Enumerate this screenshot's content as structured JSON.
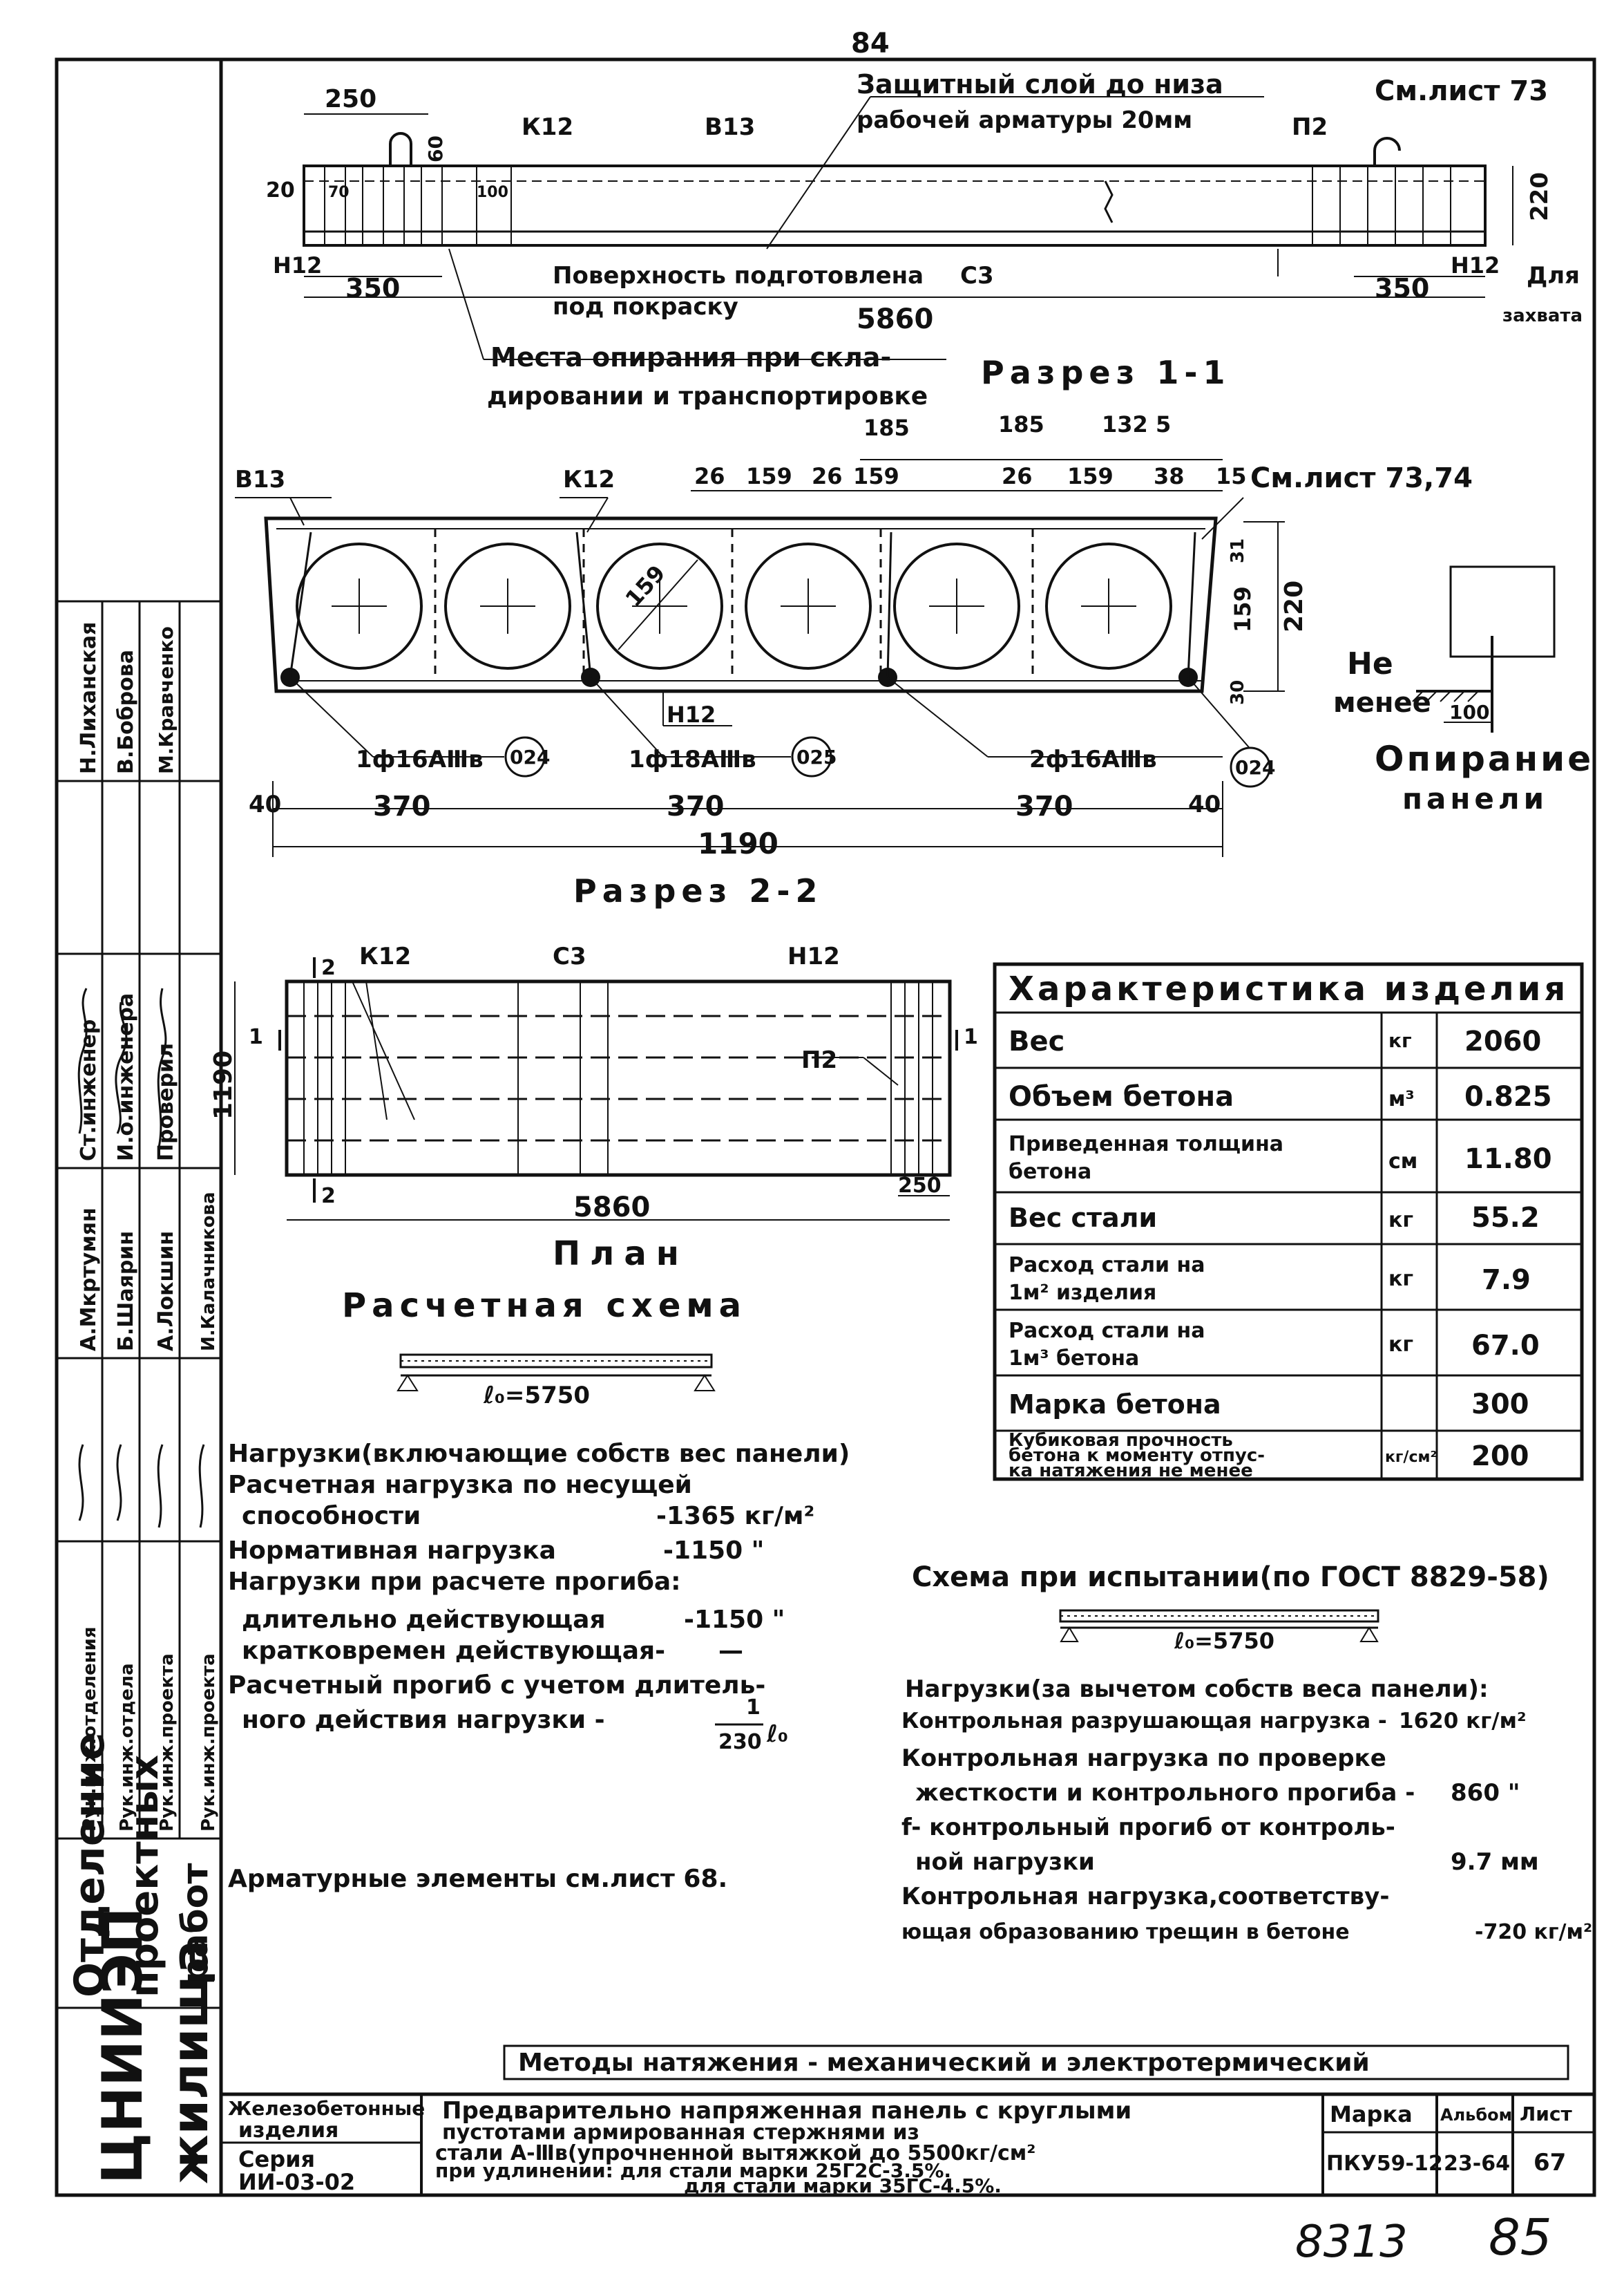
{
  "sheet": {
    "top_number": "84",
    "bottom_left": "8313",
    "bottom_right": "85"
  },
  "section11": {
    "title": "Разрез 1-1",
    "note_cover": "Защитный слой до низа",
    "note_cover2": "рабочей арматуры 20мм",
    "see_sheet": "См.лист 73",
    "d250": "250",
    "d60": "60",
    "k12": "К12",
    "b13": "В13",
    "p2": "П2",
    "d20": "20",
    "d70": "70",
    "d100": "100",
    "d220": "220",
    "n12a": "Н12",
    "n12b": "Н12",
    "d350a": "350",
    "d350b": "350",
    "c3": "С3",
    "surface1": "Поверхность подготовлена",
    "surface2": "под покраску",
    "len": "5860",
    "grip1": "Для",
    "grip2": "захвата",
    "support1": "Места опирания при скла-",
    "support2": "дировании и транспортировке"
  },
  "section22": {
    "title": "Разрез 2-2",
    "b13": "В13",
    "k12": "К12",
    "see_sheet": "См.лист 73,74",
    "top_dims": [
      "26",
      "159",
      "26",
      "159",
      "26",
      "159",
      "38",
      "15"
    ],
    "d185a": "185",
    "d185b": "185",
    "d1325": "132 5",
    "diam": "159",
    "d31": "31",
    "d159": "159",
    "d220": "220",
    "d30": "30",
    "n12": "Н12",
    "rebar1": "1ф16АⅢв",
    "rebar2": "1ф18АⅢв",
    "rebar3": "2ф16АⅢв",
    "tag1": "024",
    "tag2": "025",
    "tag3": "024",
    "d40a": "40",
    "d370a": "370",
    "d370b": "370",
    "d370c": "370",
    "d40b": "40",
    "total": "1190"
  },
  "support": {
    "label1": "Не",
    "label2": "менее",
    "d100": "100",
    "title1": "Опирание",
    "title2": "панели"
  },
  "plan": {
    "title": "План",
    "k12": "К12",
    "c3": "С3",
    "n12": "Н12",
    "p2": "П2",
    "w": "1190",
    "len": "5860",
    "d250": "250",
    "m1": "1",
    "m2": "2"
  },
  "calc": {
    "title": "Расчетная схема",
    "span": "ℓ₀=5750",
    "loads_title": "Нагрузки(включающие собств вес панели)",
    "l1a": "Расчетная нагрузка по несущей",
    "l1b": "способности",
    "v1": "-1365 кг/м²",
    "l2": "Нормативная нагрузка",
    "v2": "-1150 \"",
    "l3": "Нагрузки при расчете прогиба:",
    "l4": "длительно действующая",
    "v4": "-1150 \"",
    "l5": "кратковремен действующая-",
    "v5": "—",
    "l6a": "Расчетный прогиб с учетом длитель-",
    "l6b": "ного действия нагрузки -",
    "frac_n": "1",
    "frac_d": "230",
    "frac_l": "ℓ₀",
    "armature": "Арматурные элементы см.лист 68."
  },
  "characteristics": {
    "title": "Характеристика изделия",
    "rows": [
      {
        "name": "Вес",
        "unit": "кг",
        "value": "2060"
      },
      {
        "name": "Объем бетона",
        "unit": "м³",
        "value": "0.825"
      },
      {
        "name": "Приведенная толщина бетона",
        "unit": "см",
        "value": "11.80"
      },
      {
        "name": "Вес стали",
        "unit": "кг",
        "value": "55.2"
      },
      {
        "name": "Расход стали на 1м² изделия",
        "unit": "кг",
        "value": "7.9"
      },
      {
        "name": "Расход стали на 1м³ бетона",
        "unit": "кг",
        "value": "67.0"
      },
      {
        "name": "Марка бетона",
        "unit": "",
        "value": "300"
      },
      {
        "name": "Кубиковая прочность бетона к моменту отпуска натяжения не менее",
        "unit": "кг/см²",
        "value": "200"
      }
    ]
  },
  "test": {
    "title": "Схема при испытании(по ГОСТ 8829-58)",
    "span": "ℓ₀=5750",
    "h": "Нагрузки(за вычетом собств веса панели):",
    "t1": "Контрольная разрушающая нагрузка -",
    "v1": "1620 кг/м²",
    "t2a": "Контрольная нагрузка по проверке",
    "t2b": "жесткости и контрольного прогиба -",
    "v2": "860 \"",
    "t3a": "f- контрольный прогиб от контроль-",
    "t3b": "ной нагрузки",
    "v3": "9.7 мм",
    "t4a": "Контрольная нагрузка,соответству-",
    "t4b": "ющая образованию трещин в бетоне",
    "v4": "-720 кг/м²"
  },
  "methods": "Методы натяжения - механический и электротермический",
  "titleblock": {
    "cat1": "Железобетонные",
    "cat2": "изделия",
    "series1": "Серия",
    "series2": "ИИ-03-02",
    "desc1": "Предварительно напряженная панель с круглыми",
    "desc2": "пустотами армированная стержнями из",
    "desc3": "стали А-Ⅲв(упрочненной вытяжкой до 5500кг/см²",
    "desc4": "при удлинении: для стали марки 25Г2С-3.5%.",
    "desc5": "для стали марки 35ГС-4.5%.",
    "h_mark": "Марка",
    "h_album": "Альбом",
    "h_sheet": "Лист",
    "mark": "ПКУ59-12",
    "album": "23-64",
    "sheet": "67"
  },
  "side": {
    "org1": "ЦНИИЭП",
    "org2": "жилища",
    "dept1": "Отделение",
    "dept2": "проектных",
    "dept3": "работ",
    "roles": [
      "Рук.инж.отделения",
      "Рук.инж.отдела",
      "Рук.инж.проекта",
      "Рук.инж.проекта"
    ],
    "names": [
      "А.Мкртумян",
      "Б.Шаярин",
      "А.Локшин",
      "И.Калачникова"
    ],
    "roles2": [
      "Ст.инженер",
      "И.о.инженера",
      "Проверил"
    ],
    "names2": [
      "Н.Лиханская",
      "В.Боброва",
      "М.Кравченко"
    ]
  }
}
